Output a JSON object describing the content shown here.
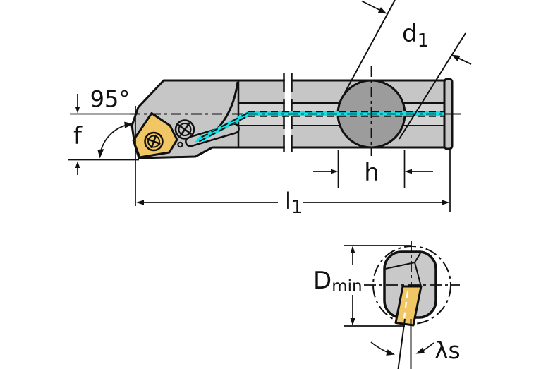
{
  "drawing": {
    "type": "technical-dimension-drawing",
    "subject": "boring bar with indexable trigon insert and coolant channel",
    "labels": {
      "approach_angle": "95°",
      "offset_f": "f",
      "diameter_d1_main": "d",
      "diameter_d1_sub": "1",
      "flat_height_h": "h",
      "length_l1_main": "l",
      "length_l1_sub": "1",
      "min_bore_main": "D",
      "min_bore_sub": "min",
      "inclination_angle": "λs"
    },
    "colors": {
      "background": "#ffffff",
      "outline": "#111111",
      "body_gray": "#c6c6c6",
      "core_band_gray": "#d3d3d3",
      "clamp_bore_gray": "#9c9c9c",
      "section_gray": "#c9c9c9",
      "insert_gold": "#f1c766",
      "coolant_cyan": "#10dfe6"
    }
  }
}
